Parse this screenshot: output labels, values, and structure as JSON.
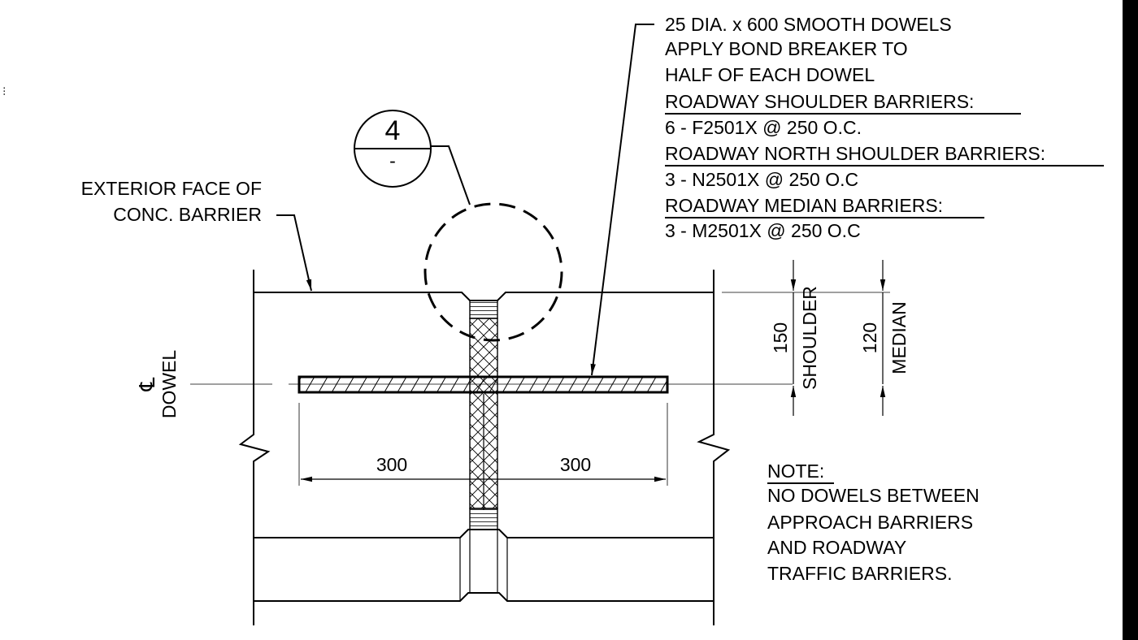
{
  "callout": {
    "lines": [
      "25 DIA. x 600 SMOOTH DOWELS",
      "APPLY BOND BREAKER TO",
      "HALF OF EACH DOWEL"
    ],
    "groups": [
      {
        "heading": "ROADWAY SHOULDER BARRIERS:",
        "value": "6 - F2501X @ 250 O.C."
      },
      {
        "heading": "ROADWAY NORTH SHOULDER BARRIERS:",
        "value": "3 - N2501X @ 250 O.C"
      },
      {
        "heading": "ROADWAY MEDIAN BARRIERS:",
        "value": "3 - M2501X @ 250 O.C"
      }
    ]
  },
  "exterior_label": {
    "line1": "EXTERIOR FACE OF",
    "line2": "CONC. BARRIER"
  },
  "detail_bubble": {
    "number": "4",
    "sheet": "-"
  },
  "centerline": {
    "symbol": "℄",
    "label": "DOWEL"
  },
  "dimensions": {
    "left": "300",
    "right": "300",
    "shoulder": {
      "value": "150",
      "label": "SHOULDER"
    },
    "median": {
      "value": "120",
      "label": "MEDIAN"
    }
  },
  "note": {
    "heading": "NOTE:",
    "lines": [
      "NO DOWELS BETWEEN",
      "APPROACH BARRIERS",
      "AND ROADWAY",
      "TRAFFIC BARRIERS."
    ]
  },
  "margin_mark": "...",
  "colors": {
    "ink": "#000000",
    "paper": "#ffffff"
  }
}
